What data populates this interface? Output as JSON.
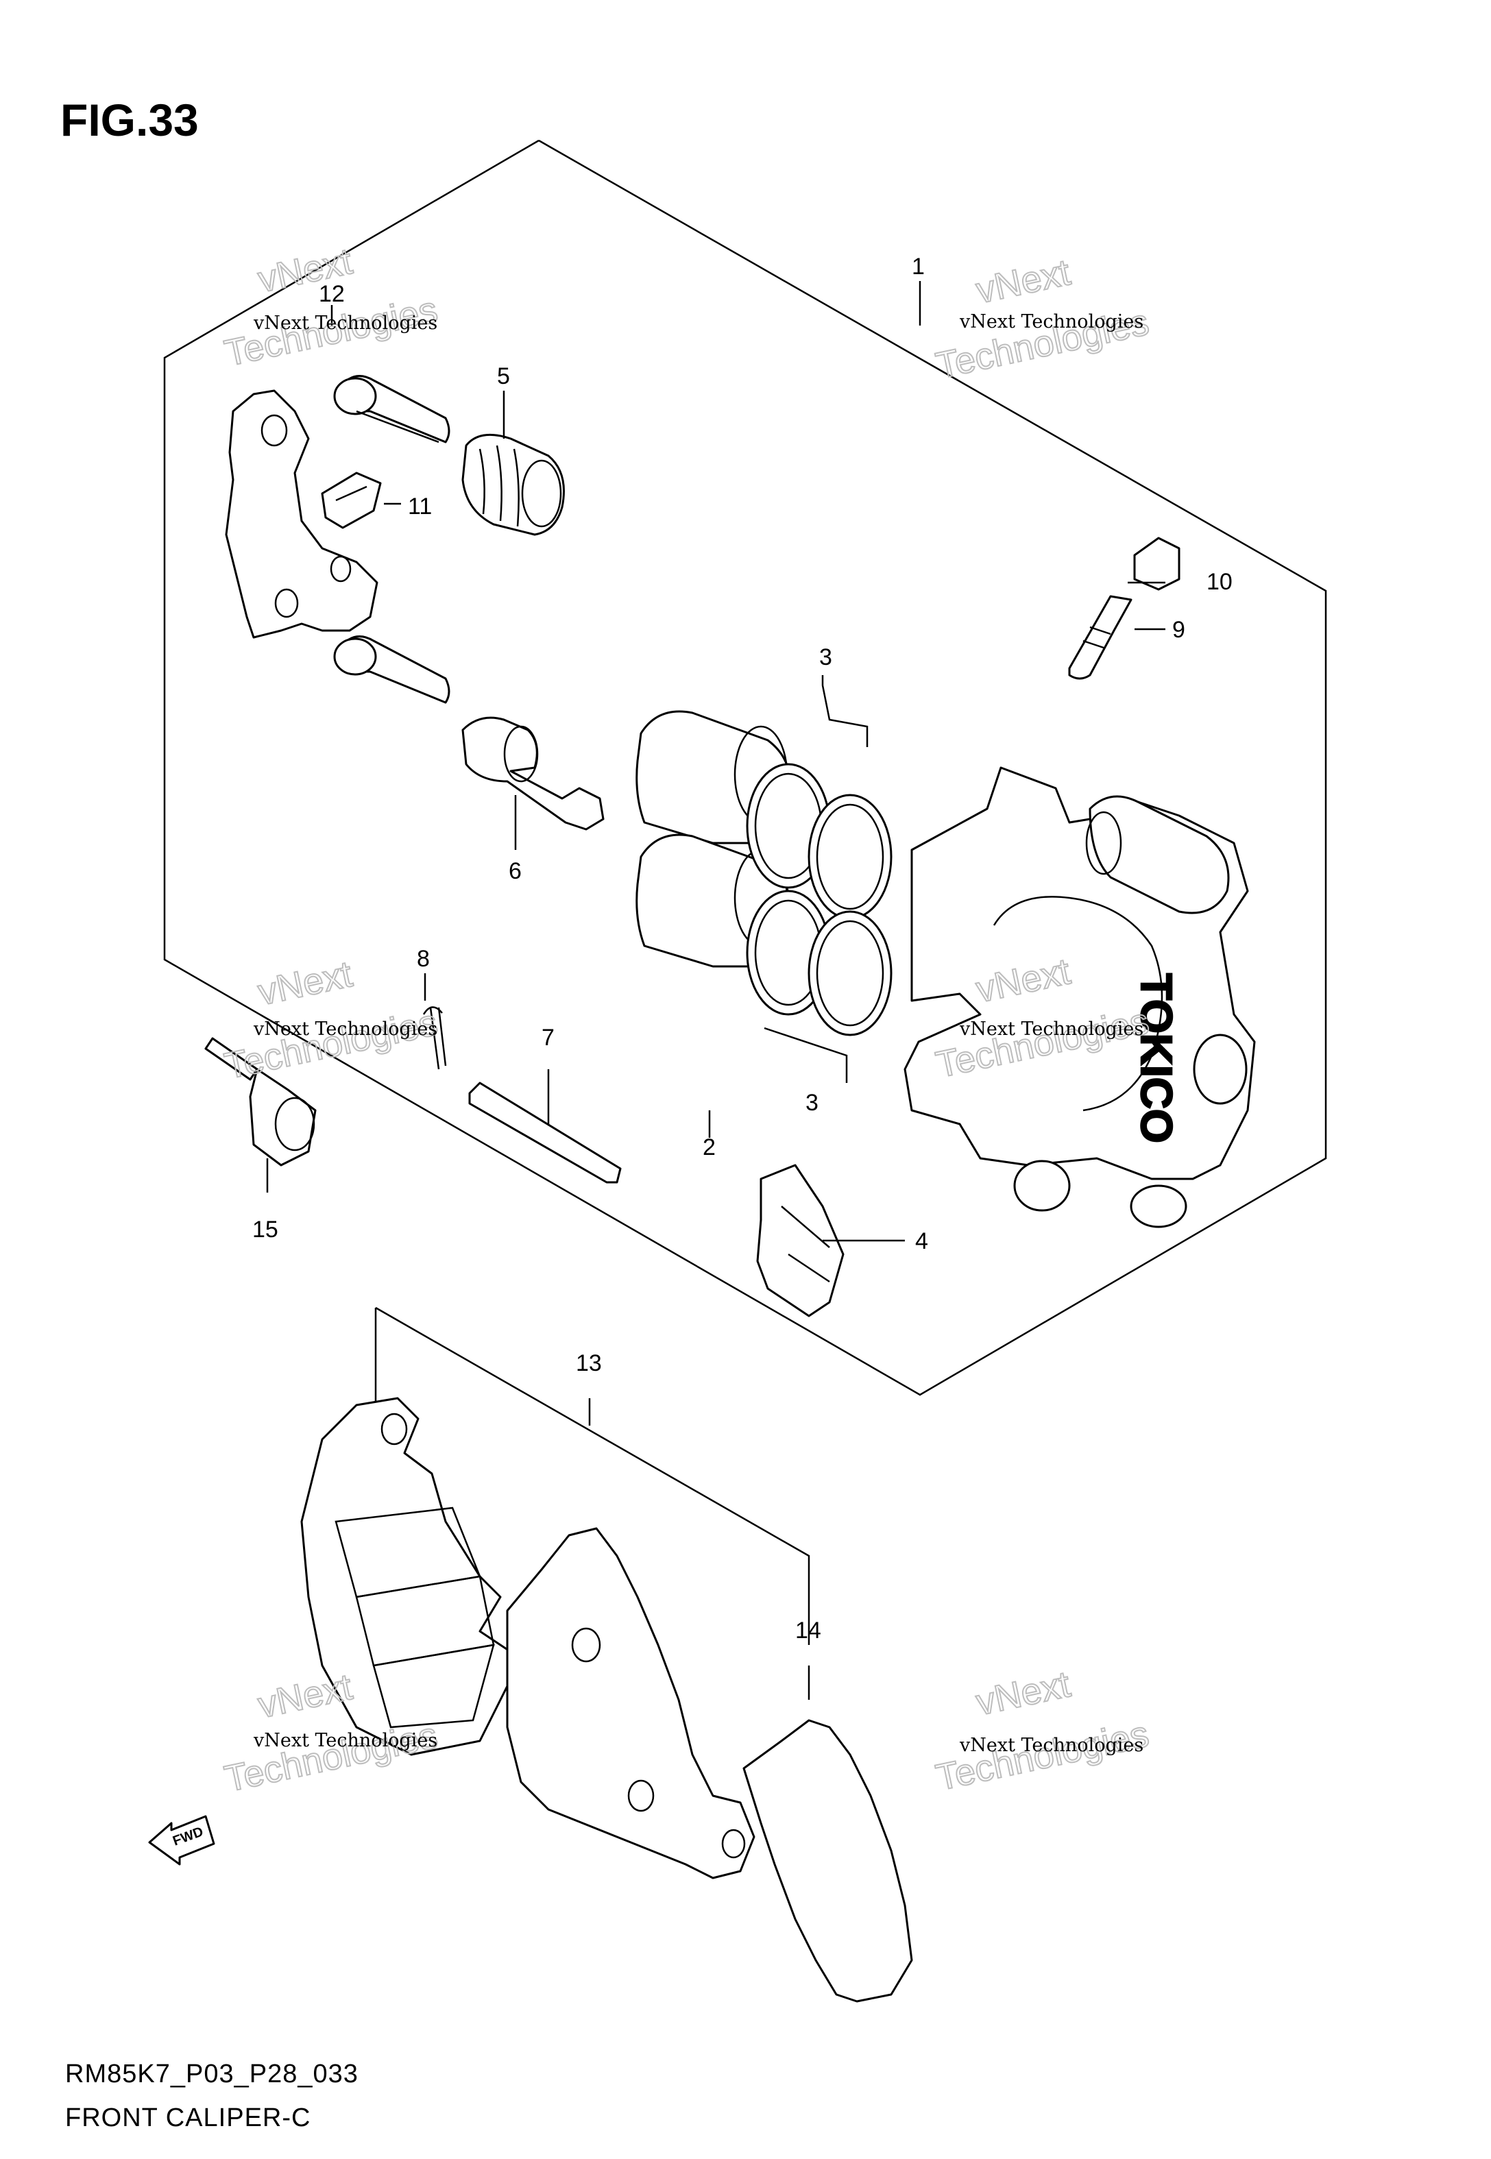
{
  "figure": {
    "title": "FIG.33",
    "model_code": "RM85K7_P03_P28_033",
    "caption": "FRONT CALIPER-C",
    "fwd_label": "FWD",
    "caliper_brand": "TOKICO"
  },
  "callouts": {
    "c1": "1",
    "c2": "2",
    "c3a": "3",
    "c3b": "3",
    "c4": "4",
    "c5": "5",
    "c6": "6",
    "c7": "7",
    "c8": "8",
    "c9": "9",
    "c10": "10",
    "c11": "11",
    "c12": "12",
    "c13": "13",
    "c14": "14",
    "c15": "15"
  },
  "watermark": {
    "line1": "vNext Technologies",
    "line2": "vNext",
    "line3": "Technologies"
  },
  "colors": {
    "ink": "#000000",
    "watermark": "#bdbdbd",
    "background": "#ffffff"
  }
}
